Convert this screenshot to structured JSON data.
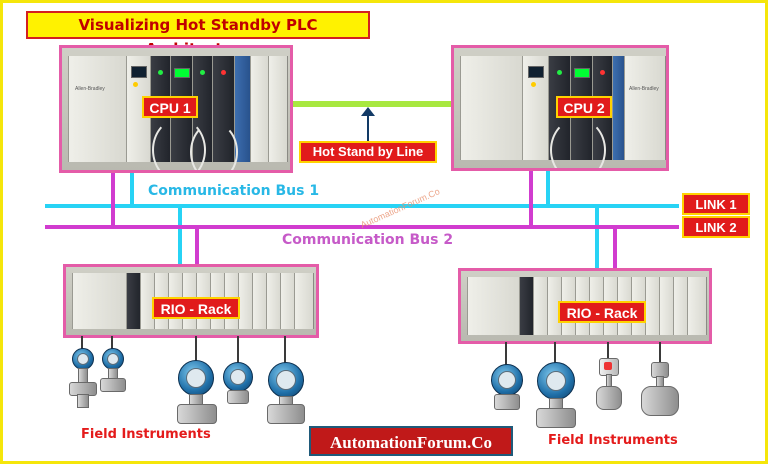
{
  "title": "Visualizing Hot Standby PLC Architecture",
  "cpu1": {
    "label": "CPU 1",
    "brand": "Allen-Bradley"
  },
  "cpu2": {
    "label": "CPU 2",
    "brand": "Allen-Bradley"
  },
  "hot_standby_line": "Hot Stand by Line",
  "bus1": "Communication Bus 1",
  "bus2": "Communication Bus 2",
  "link1": "LINK 1",
  "link2": "LINK 2",
  "rio_left": {
    "label": "RIO - Rack"
  },
  "rio_right": {
    "label": "RIO - Rack"
  },
  "field_left": "Field Instruments",
  "field_right": "Field Instruments",
  "watermark": "AutomationForum.Co",
  "logo": "AutomationForum.Co",
  "colors": {
    "bus1": "#27d3f5",
    "bus2": "#d13ccf",
    "hot_standby": "#a8e840",
    "label_bg": "#e11b1b",
    "label_border": "#ffd200",
    "frame_border": "#e45ca8",
    "title_bg": "#fff200"
  }
}
